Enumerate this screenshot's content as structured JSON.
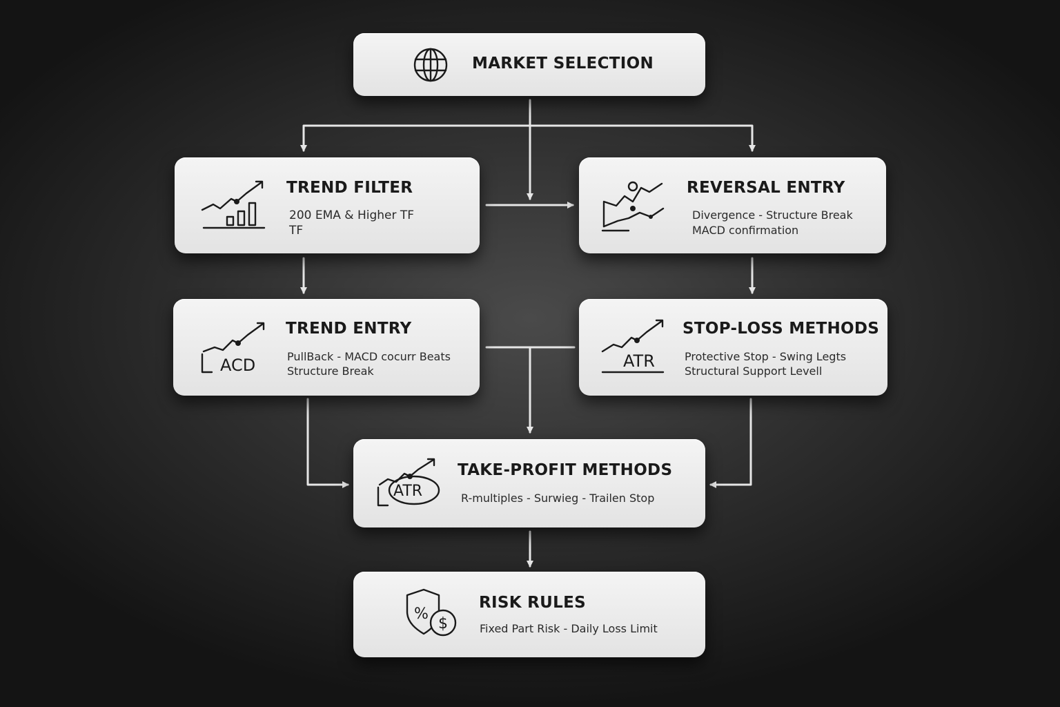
{
  "nodes": {
    "market_selection": {
      "title": "MARKET SELECTION",
      "icon": "globe-icon"
    },
    "trend_filter": {
      "title": "TREND FILTER",
      "lines": [
        "200 EMA & Higher TF",
        "TF"
      ],
      "icon": "bar-chart-trend-icon"
    },
    "reversal_entry": {
      "title": "REVERSAL ENTRY",
      "lines": [
        "Divergence - Structure Break",
        "MACD confirmation"
      ],
      "icon": "reversal-chart-icon"
    },
    "trend_entry": {
      "title": "TREND ENTRY",
      "lines": [
        "PullBack - MACD cocurr Beats",
        "Structure Break"
      ],
      "icon": "trend-chart-icon",
      "icon_label": "ACD"
    },
    "stop_loss": {
      "title": "STOP-LOSS METHODS",
      "lines": [
        "Protective Stop - Swing Legts",
        "Structural Support Levell"
      ],
      "icon": "atr-chart-icon",
      "icon_label": "ATR"
    },
    "take_profit": {
      "title": "TAKE-PROFIT METHODS",
      "lines": [
        "R-multiples - Surwieg - Trailen Stop"
      ],
      "icon": "atr-target-icon",
      "icon_label": "ATR"
    },
    "risk_rules": {
      "title": "RISK RULES",
      "lines": [
        "Fixed Part Risk - Daily Loss Limit"
      ],
      "icon": "shield-percent-dollar-icon",
      "icon_label_1": "%",
      "icon_label_2": "$"
    }
  },
  "colors": {
    "background": "#2c2c2c",
    "card": "#ececec",
    "connector": "#e6e6e6",
    "text": "#1a1a1a"
  }
}
